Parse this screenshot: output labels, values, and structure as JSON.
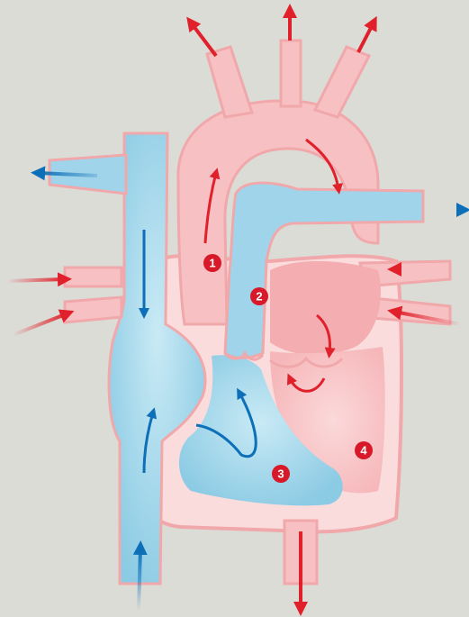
{
  "diagram": {
    "background_color": "#dcdcd7",
    "colors": {
      "oxygenated_fill": "#f6b7ba",
      "oxygenated_light": "#fbd9da",
      "deoxygenated_fill": "#93cfe7",
      "deoxygenated_light": "#c3e6f2",
      "red_arrow": "#e0202a",
      "blue_arrow": "#0d6fb8",
      "label_badge": "#d7192a",
      "outline": "#f0a8ab"
    },
    "labels": [
      {
        "id": "aorta",
        "text": "1"
      },
      {
        "id": "pulmonary-trunk",
        "text": "2"
      },
      {
        "id": "right-ventricle",
        "text": "3"
      },
      {
        "id": "left-ventricle",
        "text": "4"
      }
    ]
  }
}
